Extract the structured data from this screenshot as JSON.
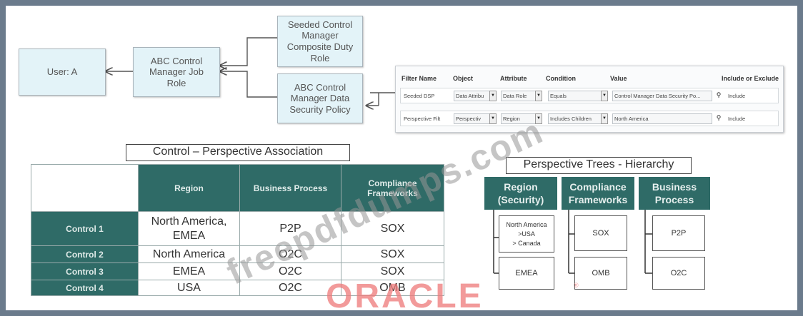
{
  "hierarchy_diagram": {
    "user": "User: A",
    "job_role": "ABC Control Manager Job Role",
    "duty_role": "Seeded Control Manager Composite Duty Role",
    "security_policy": "ABC Control Manager Data Security Policy"
  },
  "filter_panel": {
    "headers": [
      "Filter Name",
      "Object",
      "Attribute",
      "Condition",
      "Value",
      "Include or Exclude"
    ],
    "rows": [
      {
        "name": "Seeded DSP",
        "object": "Data Attribu",
        "attribute": "Data Role",
        "condition": "Equals",
        "value": "Control Manager Data Security Po...",
        "include": "Include"
      },
      {
        "name": "Perspective Filt",
        "object": "Perspectiv",
        "attribute": "Region",
        "condition": "Includes Children",
        "value": "North America",
        "include": "Include"
      }
    ]
  },
  "association": {
    "title": "Control – Perspective Association",
    "columns": [
      "Region",
      "Business Process",
      "Compliance Frameworks"
    ],
    "rows": [
      {
        "label": "Control 1",
        "region": "North America, EMEA",
        "process": "P2P",
        "framework": "SOX"
      },
      {
        "label": "Control 2",
        "region": "North America",
        "process": "O2C",
        "framework": "SOX"
      },
      {
        "label": "Control 3",
        "region": "EMEA",
        "process": "O2C",
        "framework": "SOX"
      },
      {
        "label": "Control 4",
        "region": "USA",
        "process": "O2C",
        "framework": "OMB"
      }
    ]
  },
  "trees": {
    "title": "Perspective Trees - Hierarchy",
    "region_header": "Region (Security)",
    "frameworks_header": "Compliance Frameworks",
    "process_header": "Business Process",
    "region_nodes": {
      "na_line1": "North America",
      "na_line2": ">USA",
      "na_line3": "> Canada",
      "emea": "EMEA"
    },
    "framework_nodes": [
      "SOX",
      "OMB"
    ],
    "process_nodes": [
      "P2P",
      "O2C"
    ]
  },
  "watermarks": {
    "text": "freepdfdumps.com",
    "oracle": "ORACLE",
    "registered": "®"
  }
}
